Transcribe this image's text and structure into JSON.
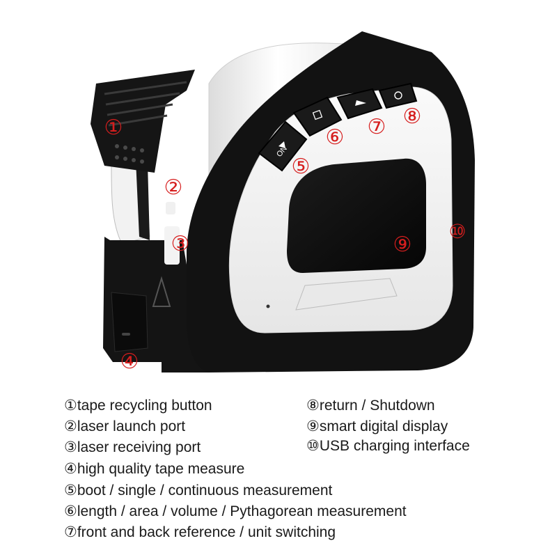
{
  "callouts": {
    "c1": "①",
    "c2": "②",
    "c3": "③",
    "c4": "④",
    "c5": "⑤",
    "c6": "⑥",
    "c7": "⑦",
    "c8": "⑧",
    "c9": "⑨",
    "c10": "⑩"
  },
  "device": {
    "on_button_label": "ON"
  },
  "legend": {
    "item1": "①tape recycling button",
    "item2": "②laser launch port",
    "item3": "③laser receiving port",
    "item4": "④high quality tape measure",
    "item5": "⑤boot / single / continuous measurement",
    "item6": "⑥length / area / volume / Pythagorean measurement",
    "item7": "⑦front and back reference / unit switching",
    "item8": "⑧return / Shutdown",
    "item9": "⑨smart digital display",
    "item10": "⑩USB charging interface"
  },
  "colors": {
    "callout": "#d61e1e",
    "body_black": "#121212",
    "panel_white": "#f4f4f4"
  }
}
